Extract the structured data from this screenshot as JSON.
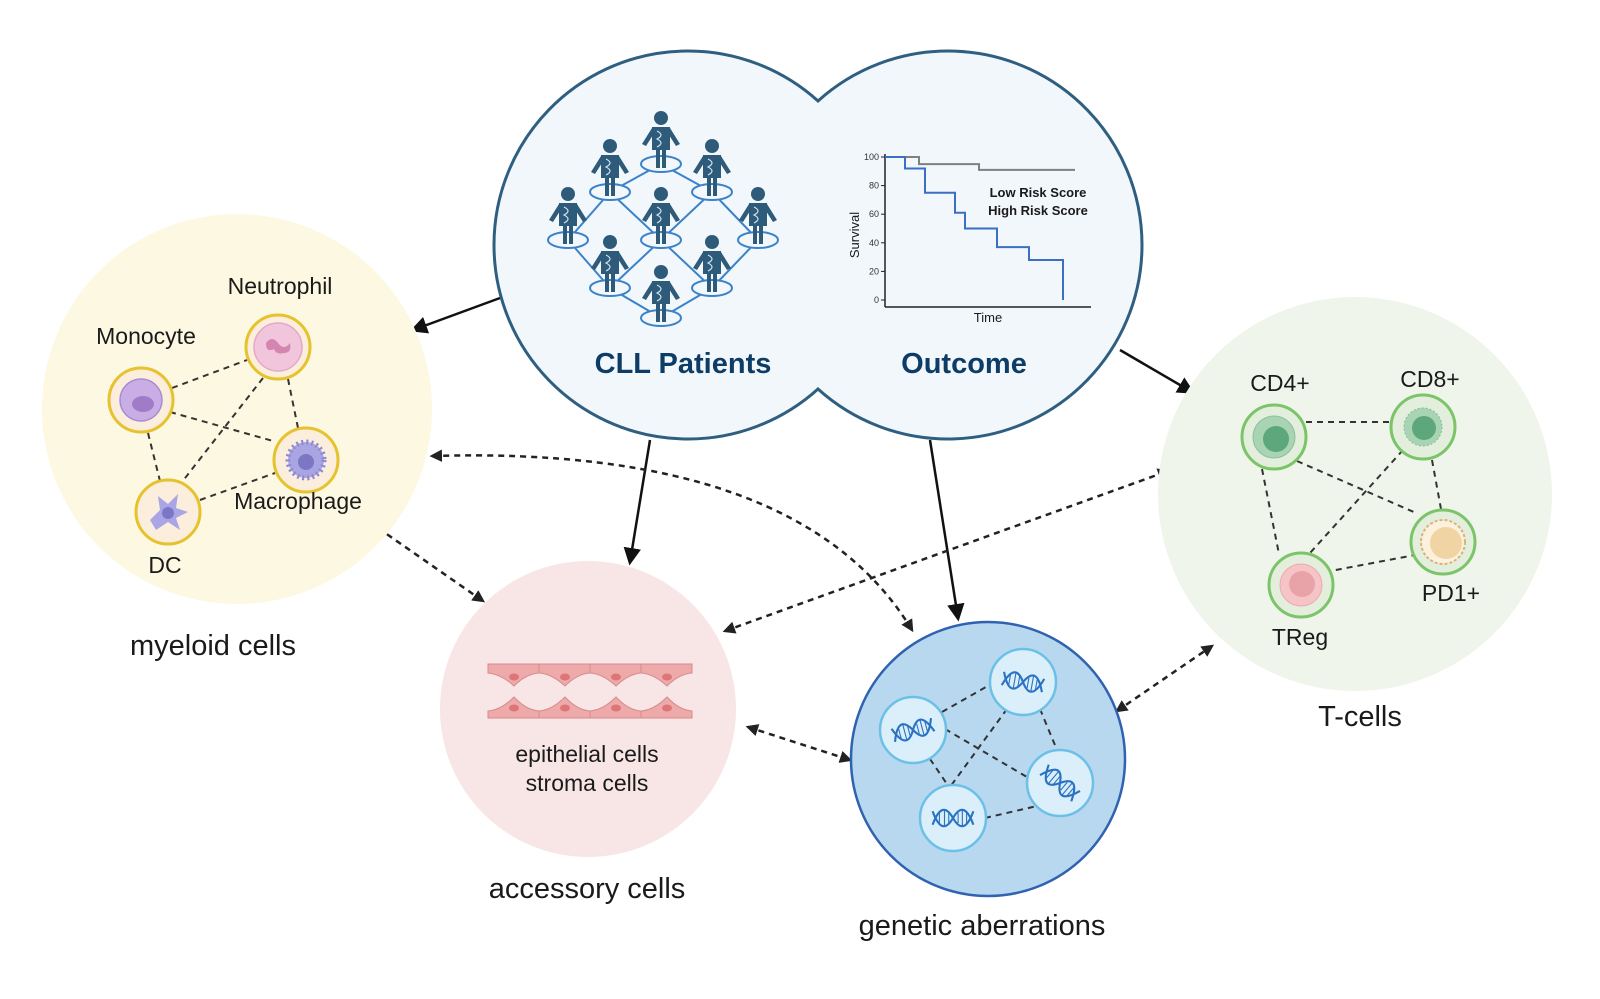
{
  "hub": {
    "patients_label": "CLL Patients",
    "outcome_label": "Outcome",
    "colors": {
      "fill": "#f2f7fc",
      "stroke": "#2f5f80",
      "text": "#0d3d66",
      "person": "#2e5b7a",
      "network": "#3b82c8"
    }
  },
  "survival_chart": {
    "ylabel": "Survival",
    "xlabel": "Time",
    "yticks": [
      "0",
      "20",
      "40",
      "60",
      "80",
      "100"
    ],
    "legend": [
      {
        "name": "Low Risk Score",
        "color": "#808080"
      },
      {
        "name": "High Risk Score",
        "color": "#3a6fc4"
      }
    ]
  },
  "chart_data": {
    "type": "line",
    "title": "",
    "xlabel": "Time",
    "ylabel": "Survival",
    "ylim": [
      0,
      100
    ],
    "xlim": [
      0,
      100
    ],
    "legend_position": "top-right",
    "series": [
      {
        "name": "Low Risk Score",
        "step": true,
        "x": [
          0,
          17,
          17,
          47,
          47,
          95
        ],
        "y": [
          100,
          100,
          95,
          95,
          91,
          91
        ]
      },
      {
        "name": "High Risk Score",
        "step": true,
        "x": [
          0,
          10,
          10,
          20,
          20,
          35,
          35,
          40,
          40,
          56,
          56,
          72,
          72,
          89,
          89
        ],
        "y": [
          100,
          100,
          92,
          92,
          75,
          75,
          61,
          61,
          50,
          50,
          37,
          37,
          28,
          28,
          0
        ]
      }
    ]
  },
  "groups": {
    "myeloid": {
      "label": "myeloid cells",
      "cells": [
        "Monocyte",
        "Neutrophil",
        "Macrophage",
        "DC"
      ],
      "colors": {
        "bg": "#fdf8e1",
        "ring": "#e6c22e",
        "cell_bg": "#fbeedc"
      }
    },
    "tcells": {
      "label": "T-cells",
      "cells": [
        "CD4+",
        "CD8+",
        "PD1+",
        "TReg"
      ],
      "colors": {
        "bg": "#eff5ea",
        "ring": "#7cc46a",
        "cell_bg": "#e3eedd"
      }
    },
    "accessory": {
      "label": "accessory cells",
      "text_line1": "epithelial cells",
      "text_line2": "stroma cells",
      "colors": {
        "bg": "#f8e6e6",
        "cell": "#eeaaaa",
        "nucleus": "#dd7777"
      }
    },
    "genetic": {
      "label": "genetic aberrations",
      "colors": {
        "bg": "#b8d8f0",
        "stroke": "#2f62b0",
        "node": "#dbeffb",
        "node_ring": "#6cc0e8",
        "dna": "#2a72c2"
      }
    }
  }
}
